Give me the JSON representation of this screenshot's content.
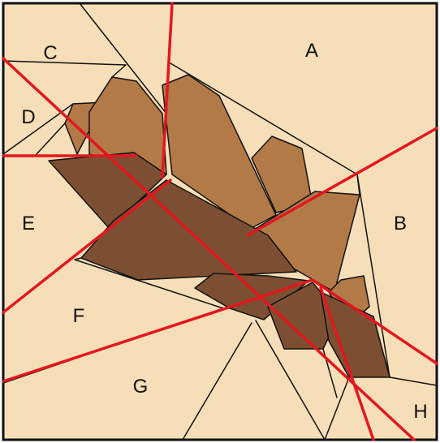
{
  "colors": {
    "background": "#f6deb8",
    "outline": "#111111",
    "cut_line": "#e3171f",
    "light_brown": "#b27a47",
    "dark_brown": "#7d4f32"
  },
  "regions": {
    "A": "A",
    "B": "B",
    "C": "C",
    "D": "D",
    "E": "E",
    "F": "F",
    "G": "G",
    "H": "H"
  }
}
